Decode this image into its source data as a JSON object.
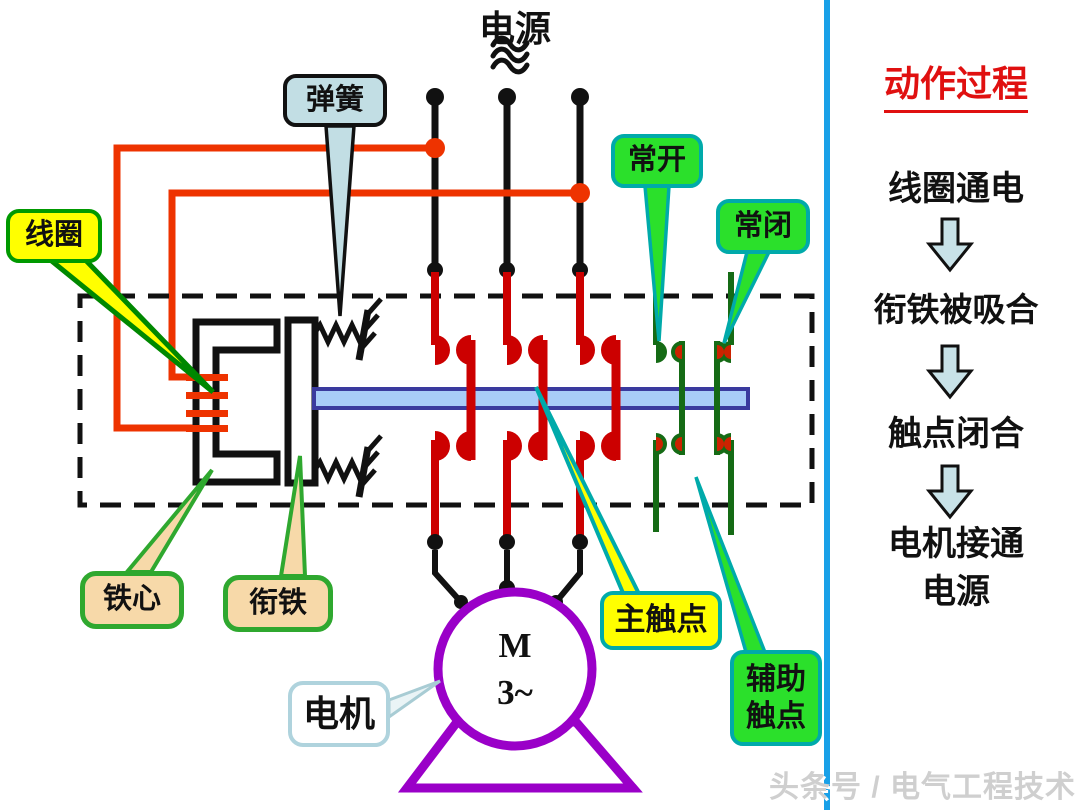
{
  "diagram": {
    "power_label": "电源",
    "labels": {
      "spring": "弹簧",
      "coil": "线圈",
      "normally_open": "常开",
      "normally_closed": "常闭",
      "iron_core": "铁心",
      "armature": "衔铁",
      "main_contact": "主触点",
      "aux_line1": "辅助",
      "aux_line2": "触点",
      "motor": "电机",
      "motor_m": "M",
      "motor_phase": "3~"
    }
  },
  "process_panel": {
    "title": "动作过程",
    "steps": [
      {
        "text": "线圈通电"
      },
      {
        "text": "衔铁被吸合"
      },
      {
        "text": "触点闭合"
      },
      {
        "text1": "电机接通",
        "text2": "电源"
      }
    ]
  },
  "watermark": "头条号 / 电气工程技术",
  "colors": {
    "wire_red": "#EE3300",
    "contact_red": "#CC0000",
    "aux_green": "#156B15",
    "contact_tip_red": "#CC2200",
    "shaft_fill": "#A8CCF8",
    "shaft_border": "#3A3A9E",
    "motor_purple": "#9A00C8",
    "label_yellow": "#FFFF00",
    "label_green": "#2BE02B",
    "label_tan": "#F7D9A9",
    "label_blue": "#C2DEE4",
    "teal_border": "#00AAAA",
    "process_red": "#E01010",
    "arrow_fill": "#C8E2E8",
    "separator_blue": "#18A0E8"
  }
}
